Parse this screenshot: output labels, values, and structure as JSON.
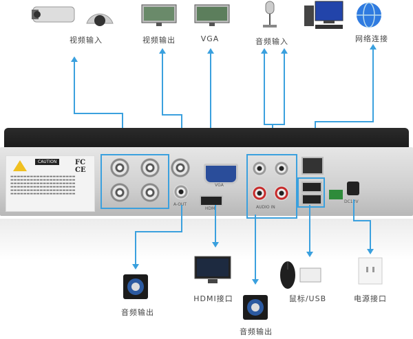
{
  "top_labels": {
    "video_in": "视频输入",
    "video_out": "视频输出",
    "vga": "VGA",
    "audio_in": "音频输入",
    "network": "网络连接"
  },
  "bottom_labels": {
    "audio_out_left": "音频输出",
    "hdmi": "HDMI接口",
    "audio_out_center": "音频输出",
    "mouse_usb": "鼠标/USB",
    "power": "电源接口"
  },
  "panel_text": {
    "caution": "CAUTION",
    "fcc": "FC CE",
    "vga": "VGA",
    "audio_in": "AUDIO IN",
    "hdmi": "HDMI",
    "a_out": "A-OUT",
    "dc": "DC12V"
  },
  "colors": {
    "arrow": "#3aa0de",
    "chassis": "#1c1c1c",
    "vga_port": "#2a4d9a",
    "red_rca": "#c62828"
  },
  "icons": [
    "camera-icon",
    "monitor-icon",
    "microphone-icon",
    "computer-icon",
    "network-globe-icon",
    "speaker-icon",
    "hdmi-tv-icon",
    "mouse-icon",
    "power-outlet-icon"
  ]
}
